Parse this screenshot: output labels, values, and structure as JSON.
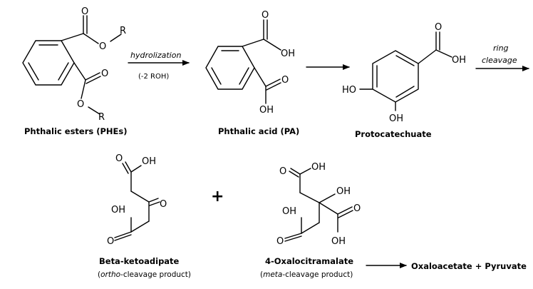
{
  "atoms": {
    "O": "O",
    "R": "R",
    "OH": "OH",
    "HO": "HO"
  },
  "reactions": {
    "step1_label": "hydrolization",
    "step1_sub": "(-2 ROH)",
    "step3_label_line1": "ring",
    "step3_label_line2": "cleavage"
  },
  "compounds": {
    "phthalic_esters": "Phthalic esters (PHEs)",
    "phthalic_acid": "Phthalic acid (PA)",
    "protocatechuate": "Protocatechuate",
    "beta_ketoadipate": "Beta-ketoadipate",
    "beta_ketoadipate_note_italic": "ortho",
    "beta_ketoadipate_note_rest": "-cleavage product)",
    "oxalocitramalate": "4-Oxalocitramalate",
    "oxalocitramalate_note_italic": "meta",
    "oxalocitramalate_note_rest": "-cleavage product)",
    "final_products": "Oxaloacetate + Pyruvate"
  },
  "plus_sign": "+"
}
